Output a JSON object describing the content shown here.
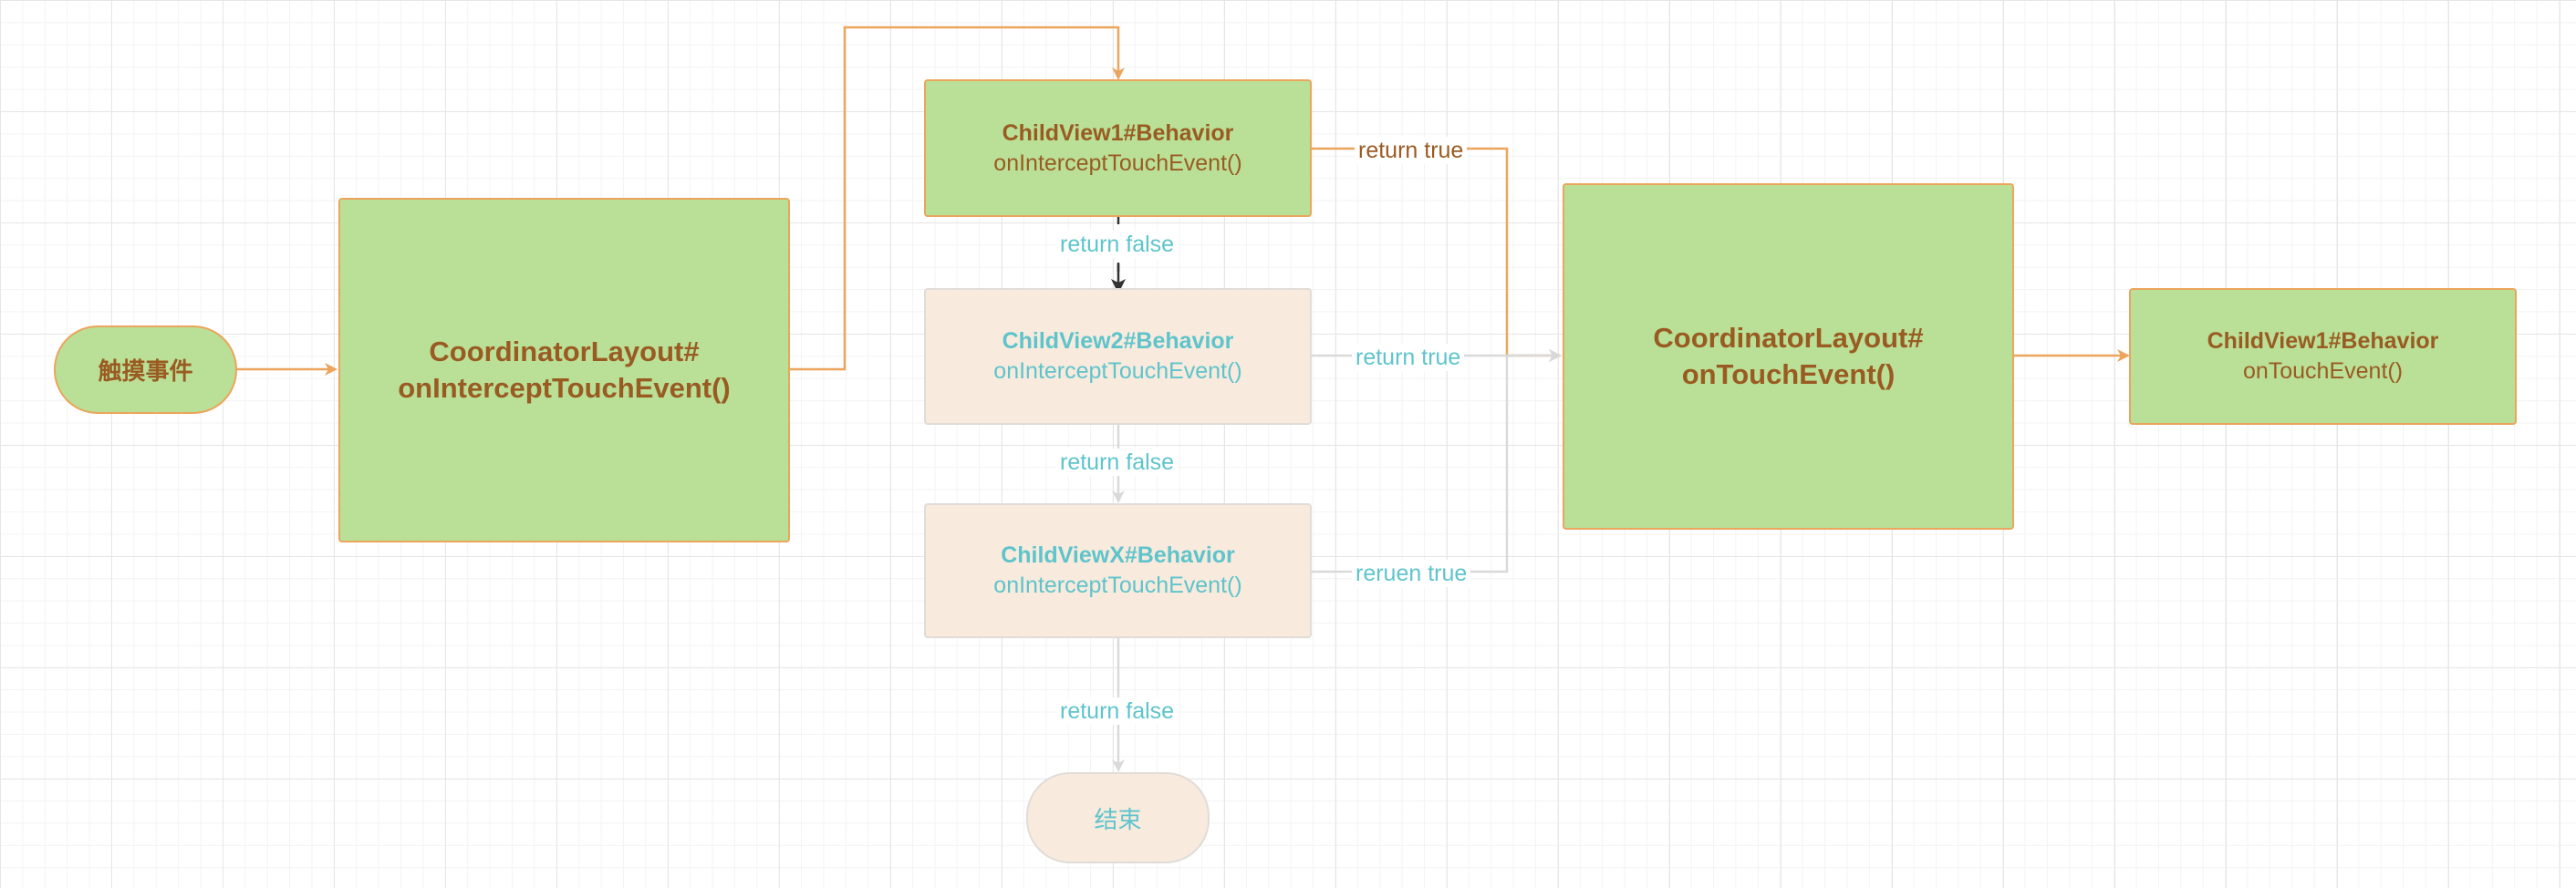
{
  "colors": {
    "active_fill": "#b9e096",
    "active_stroke": "#eba55c",
    "active_text": "#9a5b22",
    "inactive_fill": "#f8eadd",
    "inactive_stroke": "#e0dcd8",
    "inactive_text": "#5ec4cc",
    "active_edge": "#eba55c",
    "inactive_edge": "#d9d9d9",
    "dark_edge": "#333333"
  },
  "nodes": {
    "start": {
      "label": "触摸事件"
    },
    "coordinator_intercept": {
      "line1": "CoordinatorLayout#",
      "line2": "onInterceptTouchEvent()"
    },
    "child1_intercept": {
      "line1": "ChildView1#Behavior",
      "line2": "onInterceptTouchEvent()"
    },
    "child2_intercept": {
      "line1": "ChildView2#Behavior",
      "line2": "onInterceptTouchEvent()"
    },
    "childx_intercept": {
      "line1": "ChildViewX#Behavior",
      "line2": "onInterceptTouchEvent()"
    },
    "end": {
      "label": "结束"
    },
    "coordinator_touch": {
      "line1": "CoordinatorLayout#",
      "line2": "onTouchEvent()"
    },
    "child1_touch": {
      "line1": "ChildView1#Behavior",
      "line2": "onTouchEvent()"
    }
  },
  "edge_labels": {
    "child1_true": "return true",
    "child1_false": "return false",
    "child2_true": "return true",
    "child2_false": "return false",
    "childx_true": "reruen true",
    "childx_false": "return false"
  }
}
